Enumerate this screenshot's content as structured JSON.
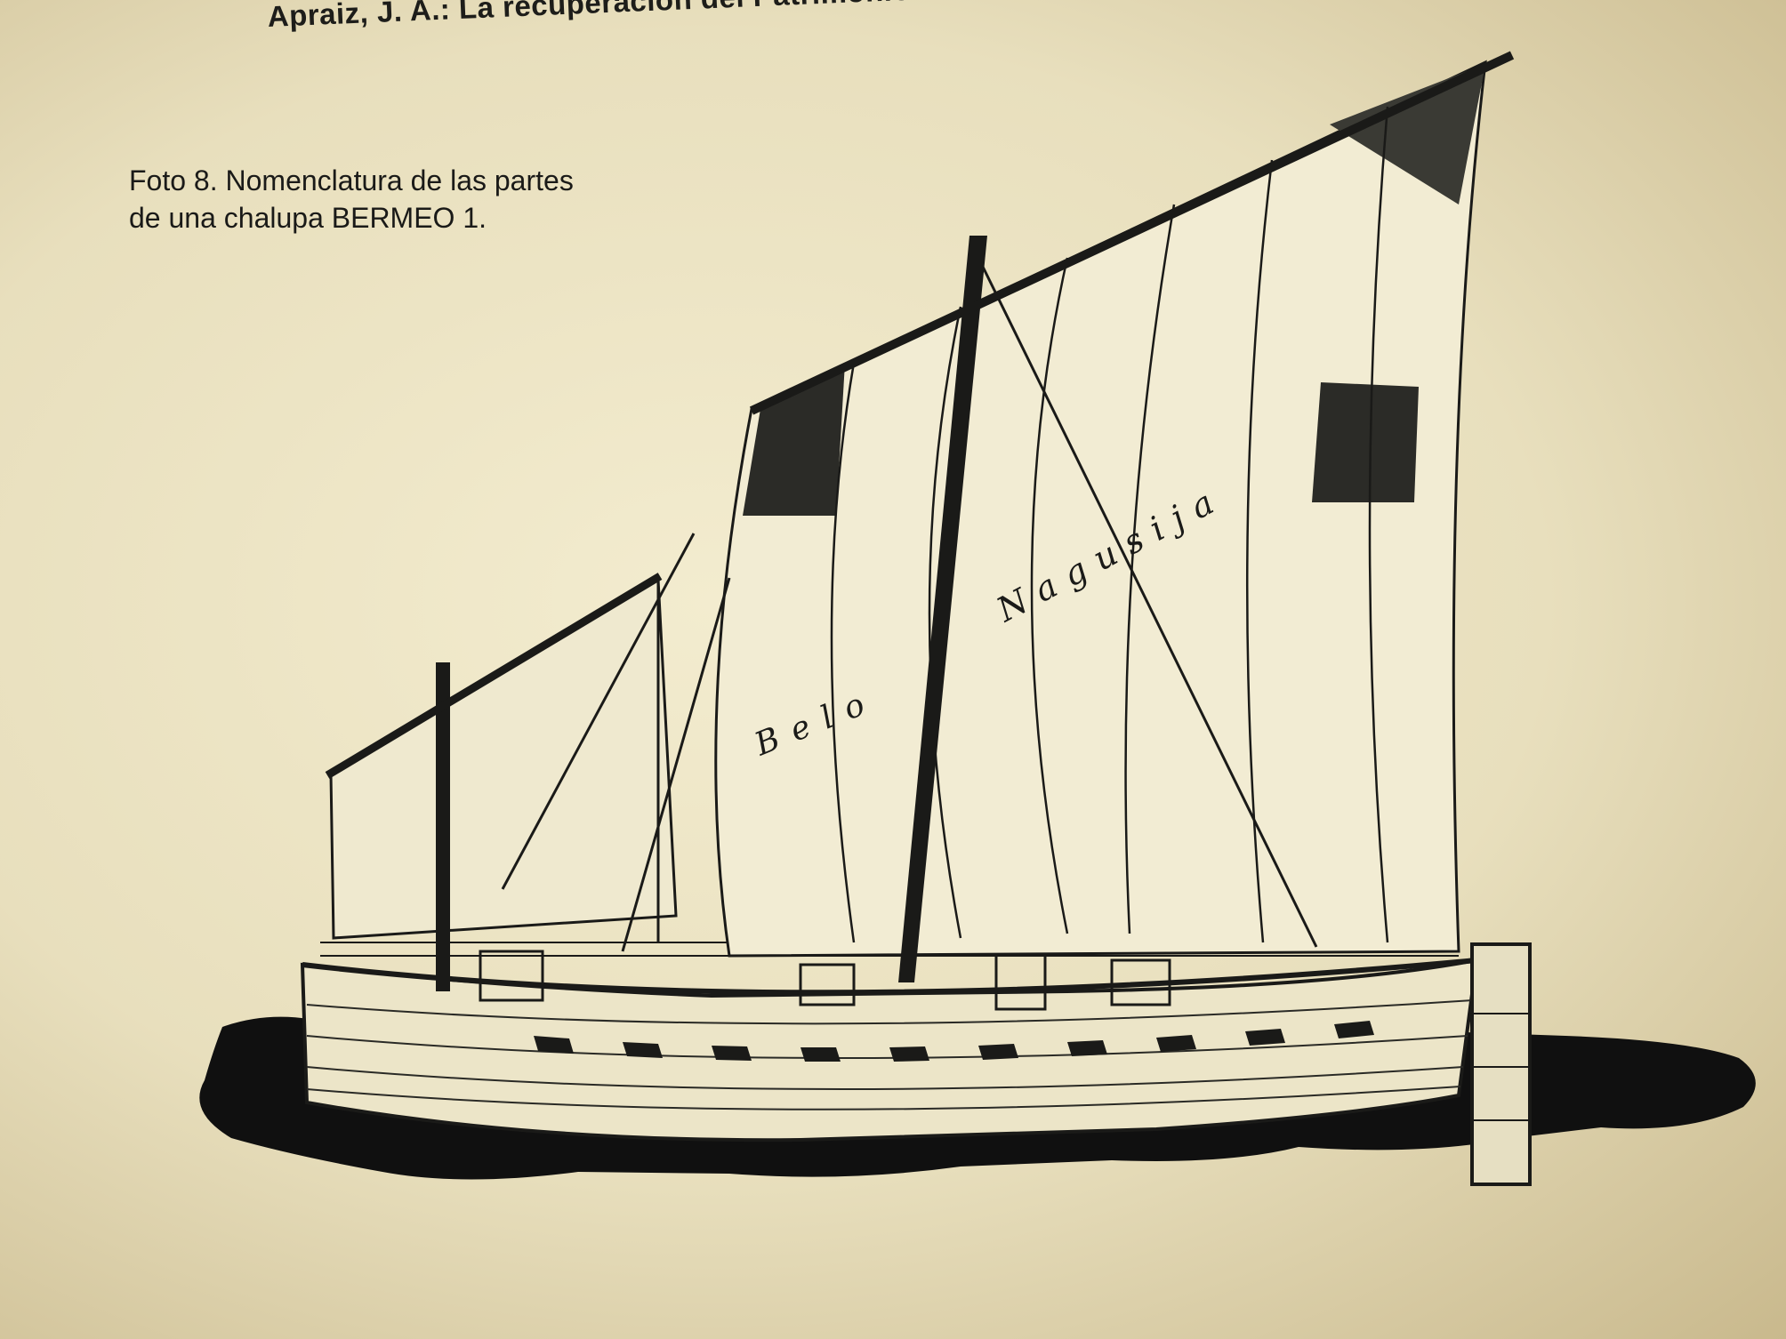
{
  "running_head": "Apraiz, J. A.: La recuperación del Patrimonio Marítimo y la Navegación Tradicional en ...",
  "caption": {
    "line1": "Foto 8. Nomenclatura de las partes",
    "line2": "de una chalupa BERMEO 1."
  },
  "sail_lettering": {
    "mainsail_upper": "Nagusija",
    "mainsail_lower": "Belo"
  },
  "colors": {
    "paper": "#e9e2c4",
    "ink": "#1a1a18"
  }
}
